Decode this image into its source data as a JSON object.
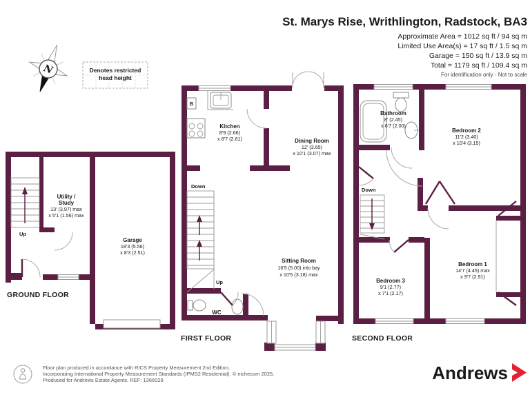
{
  "colors": {
    "wall": "#5a1f42",
    "brand_purple": "#4a2347",
    "brand_red": "#e42330",
    "text": "#1a1a1a"
  },
  "header": {
    "title": "St. Marys Rise, Writhlington, Radstock, BA3",
    "area_lines": [
      "Approximate Area = 1012 sq ft / 94 sq m",
      "Limited Use Area(s) = 17 sq ft / 1.5 sq m",
      "Garage = 150 sq ft / 13.9 sq m",
      "Total = 1179 sq ft / 109.4 sq m"
    ],
    "note": "For identification only - Not to scale"
  },
  "legend": {
    "compass_n": "N",
    "restricted_line1": "Denotes restricted",
    "restricted_line2": "head height"
  },
  "ground": {
    "label": "GROUND FLOOR",
    "up": "Up",
    "utility": {
      "name1": "Utility /",
      "name2": "Study",
      "dim1": "13' (3.97) max",
      "dim2": "x 5'1 (1.56) max"
    },
    "garage": {
      "name": "Garage",
      "dim1": "18'3 (5.56)",
      "dim2": "x 8'3 (2.51)"
    }
  },
  "first": {
    "label": "FIRST FLOOR",
    "down": "Down",
    "up": "Up",
    "wc": "WC",
    "boiler": "B",
    "kitchen": {
      "name": "Kitchen",
      "dim1": "8'9 (2.66)",
      "dim2": "x 8'7 (2.61)"
    },
    "dining": {
      "name": "Dining Room",
      "dim1": "12' (3.65)",
      "dim2": "x 10'1 (3.07) max"
    },
    "sitting": {
      "name": "Sitting Room",
      "dim1": "16'5 (5.00) into bay",
      "dim2": "x 10'5 (3.18) max"
    }
  },
  "second": {
    "label": "SECOND FLOOR",
    "down": "Down",
    "bathroom": {
      "name": "Bathroom",
      "dim1": "8' (2.45)",
      "dim2": "x 6'7 (2.00)"
    },
    "bedroom1": {
      "name": "Bedroom 1",
      "dim1": "14'7 (4.45) max",
      "dim2": "x 9'7 (2.91)"
    },
    "bedroom2": {
      "name": "Bedroom 2",
      "dim1": "11'2 (3.40)",
      "dim2": "x 10'4 (3.15)"
    },
    "bedroom3": {
      "name": "Bedroom 3",
      "dim1": "9'1 (2.77)",
      "dim2": "x 7'1 (2.17)"
    }
  },
  "footer": {
    "line1": "Floor plan produced in accordance with RICS Property Measurement 2nd Edition,",
    "line2": "Incorporating International Property Measurement Standards (IPMS2 Residential).   © nichecom 2025.",
    "line3": "Produced for Andrews Estate Agents.    REF: 1366029",
    "brand": "Andrews"
  }
}
